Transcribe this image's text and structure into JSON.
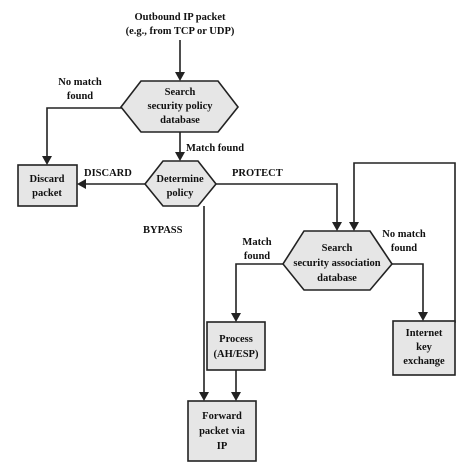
{
  "diagram": {
    "start": {
      "line1": "Outbound IP packet",
      "line2": "(e.g., from TCP or UDP)"
    },
    "search_spd": {
      "line1": "Search",
      "line2": "security policy",
      "line3": "database"
    },
    "determine_policy": {
      "line1": "Determine",
      "line2": "policy"
    },
    "discard_packet": {
      "line1": "Discard",
      "line2": "packet"
    },
    "search_sad": {
      "line1": "Search",
      "line2": "security association",
      "line3": "database"
    },
    "process": {
      "line1": "Process",
      "line2": "(AH/ESP)"
    },
    "ike": {
      "line1": "Internet",
      "line2": "key",
      "line3": "exchange"
    },
    "forward": {
      "line1": "Forward",
      "line2": "packet via",
      "line3": "IP"
    },
    "labels": {
      "spd_no_match_1": "No match",
      "spd_no_match_2": "found",
      "spd_match_found": "Match found",
      "discard": "DISCARD",
      "protect": "PROTECT",
      "bypass": "BYPASS",
      "sad_match_1": "Match",
      "sad_match_2": "found",
      "sad_no_match_1": "No match",
      "sad_no_match_2": "found"
    }
  }
}
